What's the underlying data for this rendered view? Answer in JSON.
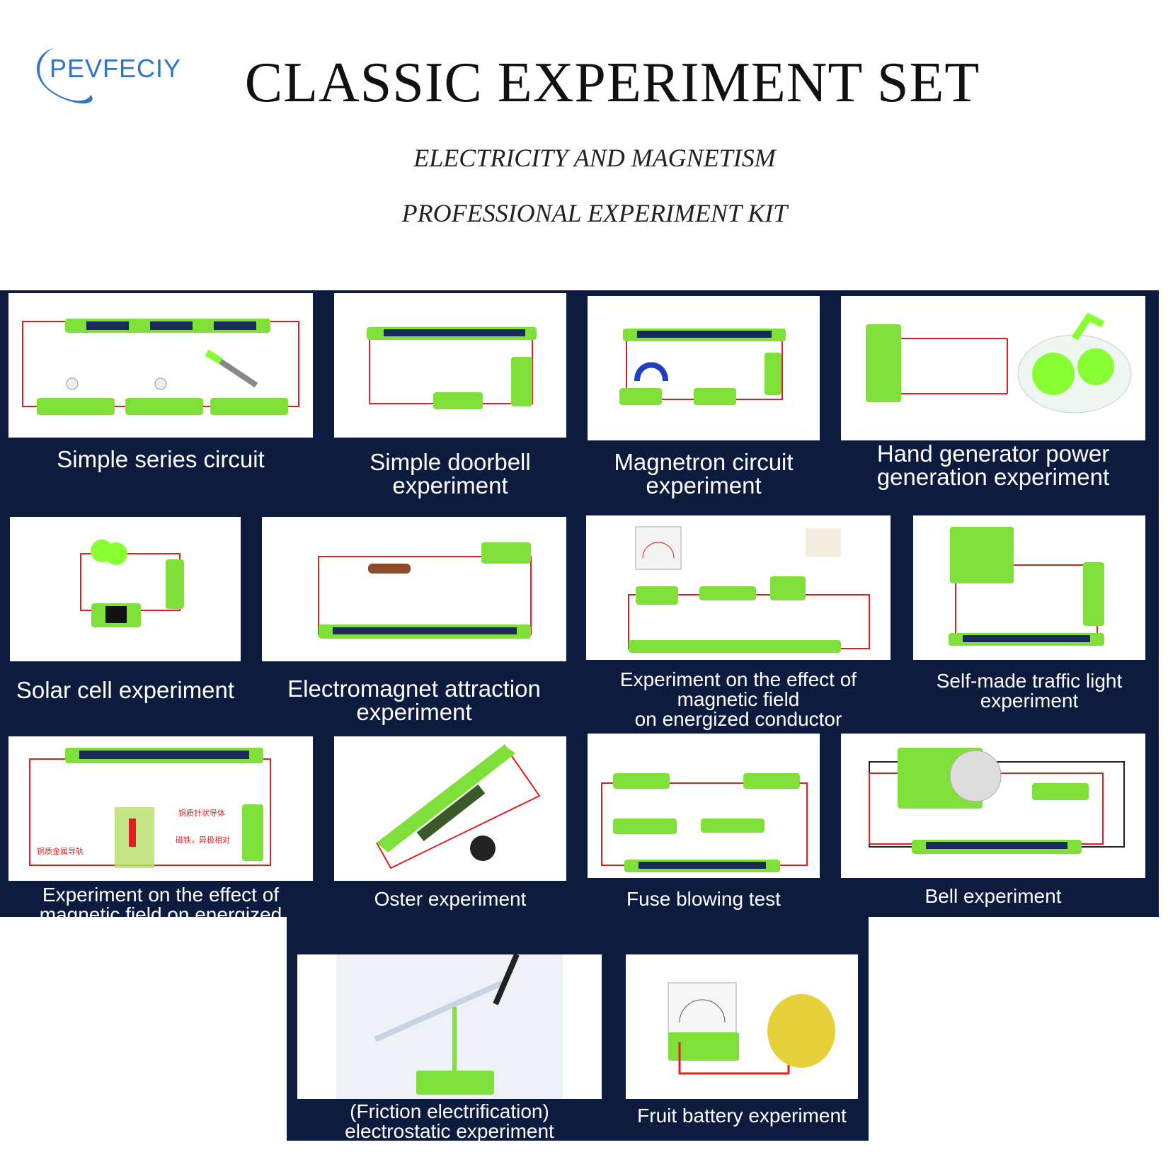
{
  "brand": {
    "name": "PEVFECIY",
    "color": "#2f74c8"
  },
  "header": {
    "title": "CLASSIC EXPERIMENT SET",
    "subtitle_1": "ELECTRICITY AND MAGNETISM",
    "subtitle_2": "PROFESSIONAL EXPERIMENT KIT"
  },
  "colors": {
    "panel_bg": "#0d1b3f",
    "wire": "#e02020",
    "module": "#7fe03a"
  },
  "experiments": [
    {
      "caption": "Simple series circuit"
    },
    {
      "caption": "Simple doorbell\nexperiment"
    },
    {
      "caption": "Magnetron circuit\nexperiment"
    },
    {
      "caption": "Hand generator power\ngeneration experiment"
    },
    {
      "caption": "Solar cell experiment"
    },
    {
      "caption": "Electromagnet attraction\nexperiment"
    },
    {
      "caption": "Experiment on the effect of\nmagnetic field\non energized conductor"
    },
    {
      "caption": "Self-made traffic light\nexperiment"
    },
    {
      "caption": "Experiment on the effect of\nmagnetic field on energized"
    },
    {
      "caption": "Oster experiment"
    },
    {
      "caption": "Fuse blowing test"
    },
    {
      "caption": "Bell experiment"
    },
    {
      "caption": "(Friction electrification)\nelectrostatic experiment"
    },
    {
      "caption": "Fruit battery experiment"
    }
  ],
  "annotations": {
    "copper_needle": "铜质针状导体",
    "copper_rail": "铜质金属导轨",
    "magnet_poles": "磁铁，异极相对"
  }
}
